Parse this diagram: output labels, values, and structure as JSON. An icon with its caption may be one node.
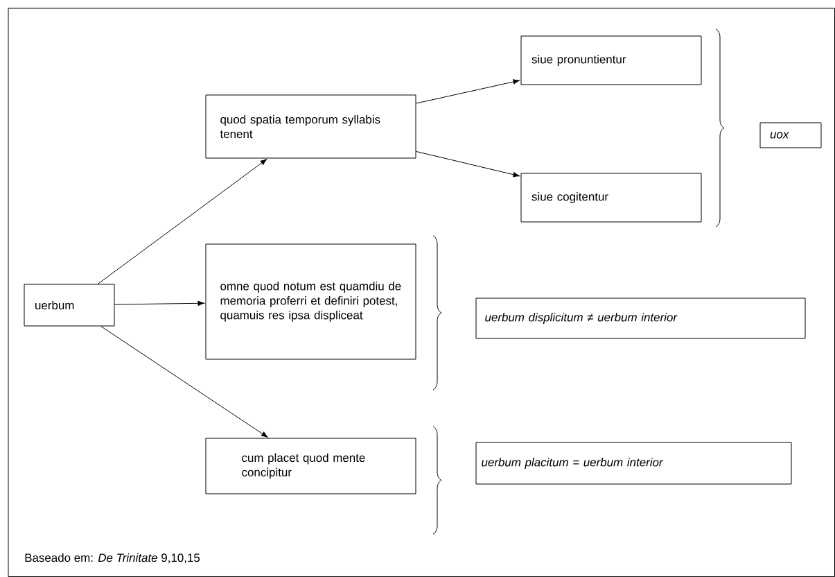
{
  "diagram": {
    "nodes": [
      {
        "text": [
          "uerbum"
        ]
      },
      {
        "text": [
          "quod spatia temporum syllabis tenent"
        ]
      },
      {
        "text": [
          "siue pronuntientur"
        ]
      },
      {
        "text": [
          "siue cogitentur"
        ]
      },
      {
        "text": [
          "uox"
        ]
      },
      {
        "text": [
          "omne quod notum est quamdiu de memoria proferri et definiri potest, quamuis res ipsa displiceat"
        ]
      },
      {
        "text": [
          "uerbum displicitum ≠ uerbum interior"
        ]
      },
      {
        "text": [
          "cum placet quod mente concipitur"
        ]
      },
      {
        "text": [
          "uerbum placitum = uerbum interior"
        ]
      }
    ],
    "edges": [
      {
        "from": 0,
        "to": 1,
        "arrow": "to"
      },
      {
        "from": 0,
        "to": 5,
        "arrow": "to"
      },
      {
        "from": 0,
        "to": 7,
        "arrow": "to"
      },
      {
        "from": 1,
        "to": 2,
        "arrow": "to"
      },
      {
        "from": 1,
        "to": 3,
        "arrow": "to"
      }
    ],
    "labels": [
      "Baseado em: *De Trinitate* 9,10,15"
    ]
  }
}
